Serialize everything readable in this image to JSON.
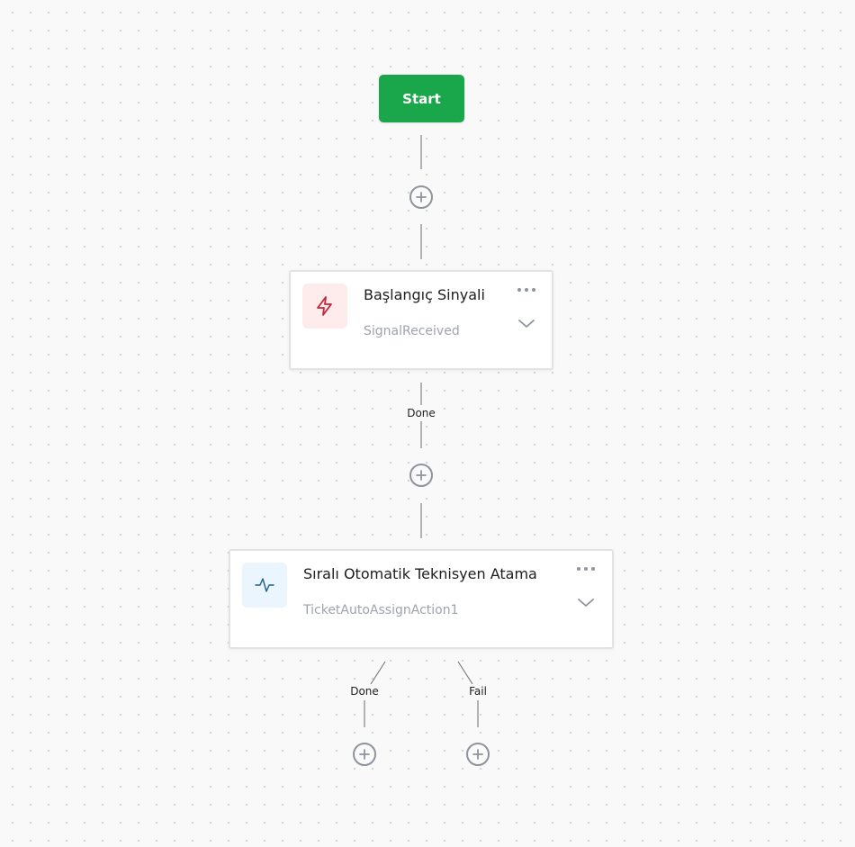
{
  "colors": {
    "start_bg": "#1aa64a",
    "connector": "#6b6b6b",
    "add_button": "#8f939c",
    "signal_icon": "#c2263a",
    "signal_icon_bg": "#fdeceb",
    "action_icon": "#1f5f86",
    "action_icon_bg": "#eaf5fd"
  },
  "flow": {
    "start": {
      "label": "Start"
    },
    "nodes": [
      {
        "title": "Başlangıç Sinyali",
        "subtitle": "SignalReceived",
        "icon": "lightning-bolt-icon"
      },
      {
        "title": "Sıralı Otomatik Teknisyen Atama",
        "subtitle": "TicketAutoAssignAction1",
        "icon": "activity-pulse-icon"
      }
    ],
    "edge_labels": {
      "signal_done": "Done",
      "action_done": "Done",
      "action_fail": "Fail"
    }
  }
}
